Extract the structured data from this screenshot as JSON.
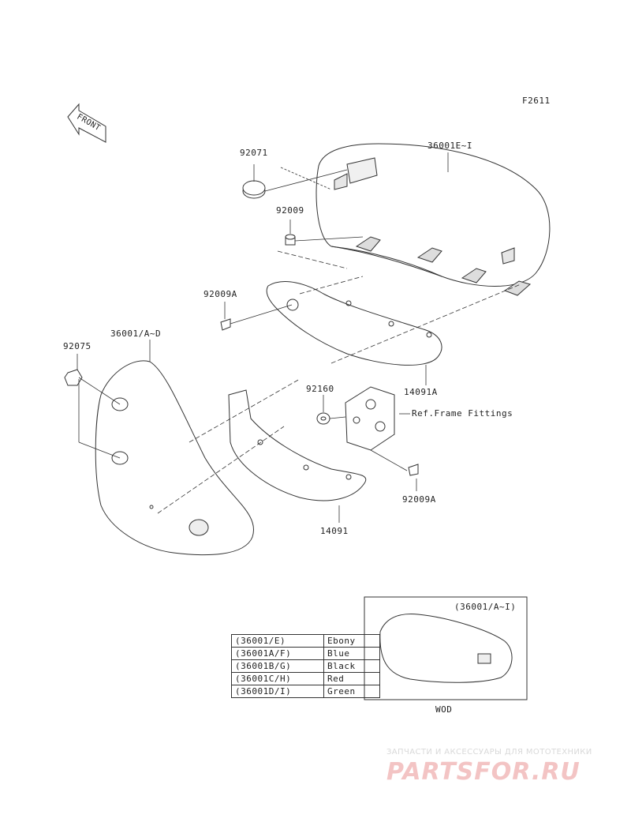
{
  "figure_code": "F2611",
  "front_label": "FRONT",
  "parts": {
    "p92071": "92071",
    "p36001EI": "36001E~I",
    "p92009": "92009",
    "p92009A_upper": "92009A",
    "p36001AD": "36001/A~D",
    "p92075": "92075",
    "p92160": "92160",
    "ref_frame": "Ref.Frame Fittings",
    "p14091A": "14091A",
    "p92009A_lower": "92009A",
    "p14091": "14091"
  },
  "inset": {
    "label": "(36001/A~I)",
    "caption": "WOD"
  },
  "color_table": [
    {
      "code": "(36001/E)",
      "color": "Ebony"
    },
    {
      "code": "(36001A/F)",
      "color": "Blue"
    },
    {
      "code": "(36001B/G)",
      "color": "Black"
    },
    {
      "code": "(36001C/H)",
      "color": "Red"
    },
    {
      "code": "(36001D/I)",
      "color": "Green"
    }
  ],
  "watermark": {
    "tagline": "ЗАПЧАСТИ И АКСЕССУАРЫ ДЛЯ МОТОТЕХНИКИ",
    "brand": "PARTSFOR.RU"
  }
}
